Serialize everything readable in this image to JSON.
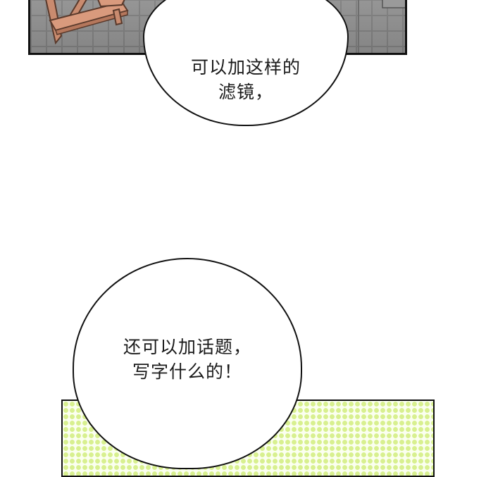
{
  "panels": {
    "top": {
      "scene": "picnic-table-on-tiled-floor"
    },
    "bottom": {
      "pattern": "halftone-dots",
      "dot_color": "#d8f08f"
    }
  },
  "bubbles": [
    {
      "lines": [
        "可以加这样的",
        "滤镜，"
      ]
    },
    {
      "lines": [
        "还可以加话题，",
        "写字什么的！"
      ]
    }
  ]
}
